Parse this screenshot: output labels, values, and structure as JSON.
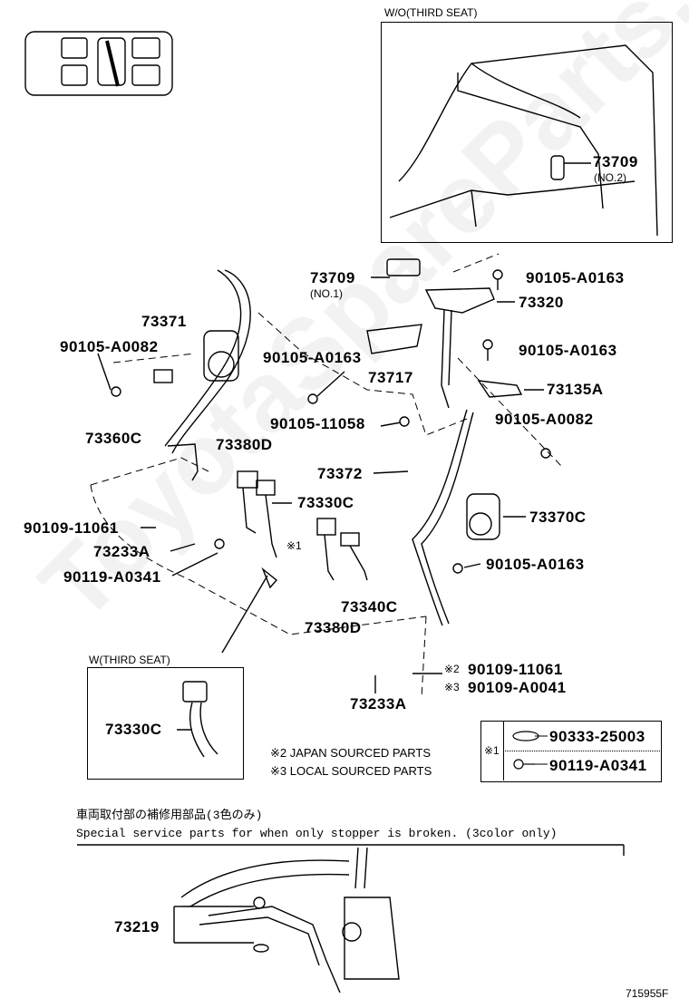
{
  "insets": {
    "without_third_seat": "W/O(THIRD SEAT)",
    "with_third_seat": "W(THIRD SEAT)"
  },
  "parts": {
    "p73709_no2": "73709",
    "p73709_no2_sub": "(NO.2)",
    "p73709_no1": "73709",
    "p73709_no1_sub": "(NO.1)",
    "p90105_A0163_a": "90105-A0163",
    "p73320": "73320",
    "p73371": "73371",
    "p90105_A0082_a": "90105-A0082",
    "p90105_A0163_b": "90105-A0163",
    "p90105_A0163_c": "90105-A0163",
    "p73717": "73717",
    "p73135A": "73135A",
    "p90105_11058": "90105-11058",
    "p73360C": "73360C",
    "p90105_A0082_b": "90105-A0082",
    "p73380D_a": "73380D",
    "p73372": "73372",
    "p73330C_a": "73330C",
    "p73370C": "73370C",
    "p90109_11061_a": "90109-11061",
    "p73233A_a": "73233A",
    "mark1": "※1",
    "p90105_A0163_d": "90105-A0163",
    "p90119_A0341_a": "90119-A0341",
    "p73340C": "73340C",
    "p73380D_b": "73380D",
    "p73330C_b": "73330C",
    "p90109_11061_b": "90109-11061",
    "p90109_A0041": "90109-A0041",
    "mark2": "※2",
    "mark3": "※3",
    "p73233A_b": "73233A",
    "p73219": "73219"
  },
  "legend": {
    "mark": "※1",
    "item1": "90333-25003",
    "item2": "90119-A0341"
  },
  "notes": {
    "japan": "※2 JAPAN SOURCED PARTS",
    "local": "※3 LOCAL SOURCED PARTS",
    "jp_service": "車両取付部の補修用部品(3色のみ)",
    "en_service": "Special service parts for when only stopper is broken. (3color only)"
  },
  "figure_id": "715955F",
  "watermark": "ToyotaSpareParts.ru"
}
